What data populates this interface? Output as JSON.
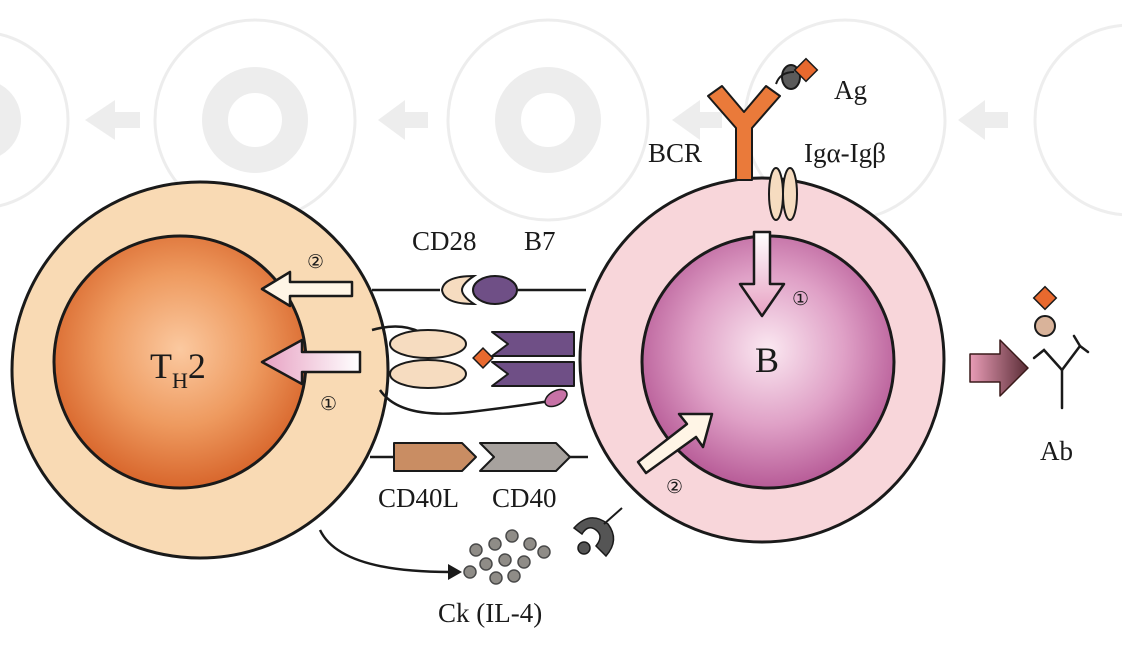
{
  "diagram": {
    "th_cell": {
      "name_main": "T",
      "name_sub": "H",
      "name_tail": "2"
    },
    "b_cell": {
      "name": "B"
    },
    "labels": {
      "ag": "Ag",
      "bcr": "BCR",
      "ig_alpha_beta": "Igα-Igβ",
      "cd28": "CD28",
      "b7": "B7",
      "cd40l": "CD40L",
      "cd40": "CD40",
      "cytokine": "Ck (IL-4)",
      "antibody": "Ab"
    },
    "signals": {
      "one": "①",
      "two": "②"
    },
    "colors": {
      "th_outer": "#f8d7ad",
      "th_nucleus": "#e07a3c",
      "b_outer": "#f7d3d8",
      "b_nucleus": "#c772a6",
      "antigen": "#e8692e",
      "bcr": "#ea7a3a",
      "b7": "#6f4f86",
      "cd40l": "#c98d63",
      "cd40": "#a7a29e",
      "cytokine": "#8f8c87"
    }
  }
}
